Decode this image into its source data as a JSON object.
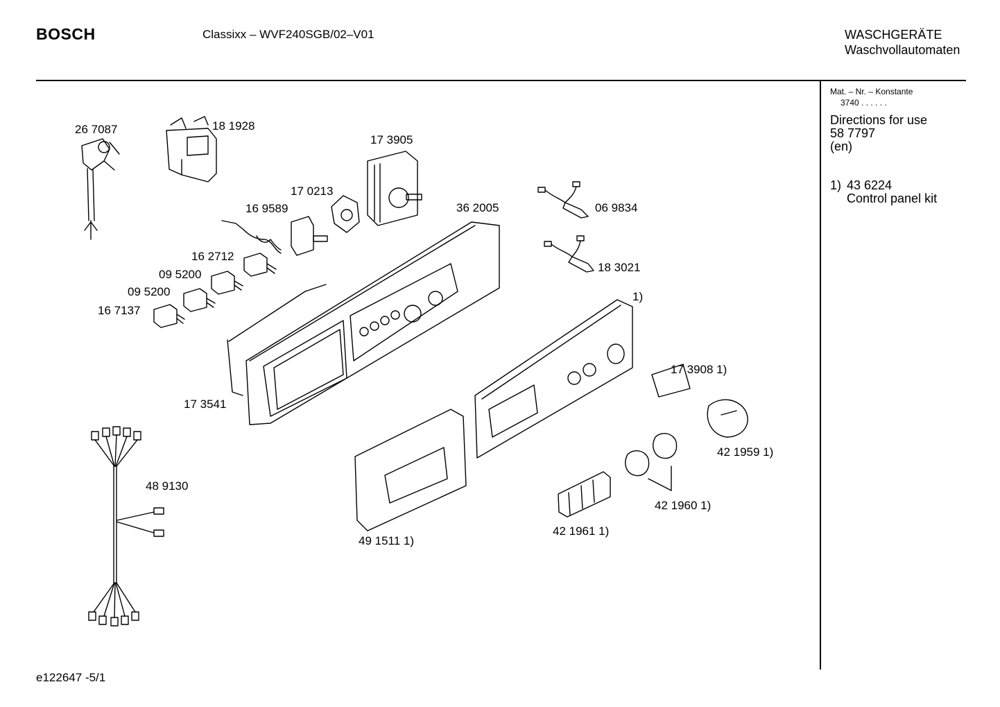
{
  "header": {
    "brand": "BOSCH",
    "model": "Classixx – WVF240SGB/02–V01",
    "category_line1": "WASCHGERÄTE",
    "category_line2": "Waschvollautomaten"
  },
  "sidebar": {
    "mat_label": "Mat. – Nr. – Konstante",
    "mat_value": "3740 .  .   .  .  .  .",
    "directions_label": "Directions for use",
    "directions_number": "58 7797",
    "directions_lang": "(en)",
    "kit_marker": "1)",
    "kit_number": "43 6224",
    "kit_label": "Control panel kit"
  },
  "parts": [
    {
      "number": "26 7087"
    },
    {
      "number": "18 1928"
    },
    {
      "number": "17 3905"
    },
    {
      "number": "17 0213"
    },
    {
      "number": "16 9589"
    },
    {
      "number": "36 2005"
    },
    {
      "number": "06 9834"
    },
    {
      "number": "18 3021"
    },
    {
      "number": "16 2712"
    },
    {
      "number": "09 5200"
    },
    {
      "number": "09 5200"
    },
    {
      "number": "16 7137"
    },
    {
      "number": "1)"
    },
    {
      "number": "17 3908 1)"
    },
    {
      "number": "17 3541"
    },
    {
      "number": "42 1959 1)"
    },
    {
      "number": "48 9130"
    },
    {
      "number": "42 1960 1)"
    },
    {
      "number": "42 1961 1)"
    },
    {
      "number": "49 1511 1)"
    }
  ],
  "footer": {
    "doc_id": "e122647  -5/1"
  }
}
